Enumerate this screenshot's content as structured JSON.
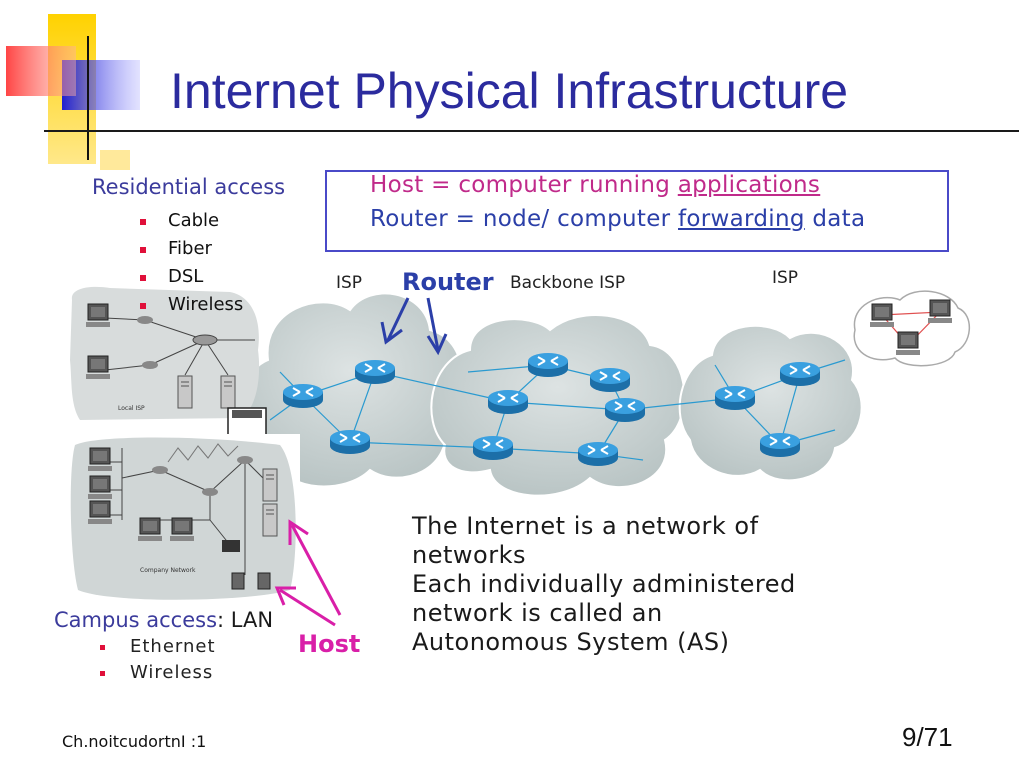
{
  "slide": {
    "title": "Internet Physical Infrastructure",
    "footer_left": "Ch.noitcudortnI :1",
    "page_number": "9/71"
  },
  "definitions": {
    "line1_prefix": "Host = computer running ",
    "line1_link": "applications",
    "line2_prefix": "Router = node/ computer ",
    "line2_link": "forwarding",
    "line2_suffix": " data"
  },
  "residential": {
    "title": "Residential access",
    "items": [
      "Cable",
      "Fiber",
      "DSL",
      "Wireless"
    ],
    "inset_label": "Local ISP"
  },
  "campus": {
    "title": "Campus access",
    "title_suffix": ": LAN",
    "items": [
      "Ethernet",
      "Wireless"
    ],
    "inset_label": "Company Network"
  },
  "network": {
    "isp_left": "ISP",
    "router_label": "Router",
    "backbone_label": "Backbone ISP",
    "isp_right": "ISP",
    "host_label": "Host"
  },
  "description": {
    "line1": "The Internet is a network of",
    "line2": "networks",
    "line3": "Each individually administered",
    "line4": "network is called an",
    "line5": "Autonomous System (AS)"
  },
  "colors": {
    "title": "#2b2b9e",
    "router_blue": "#2b3fa8",
    "host_magenta": "#d91fa8",
    "cloud_fill": "#c8d2d2",
    "router_fill": "#2a8fd0"
  }
}
